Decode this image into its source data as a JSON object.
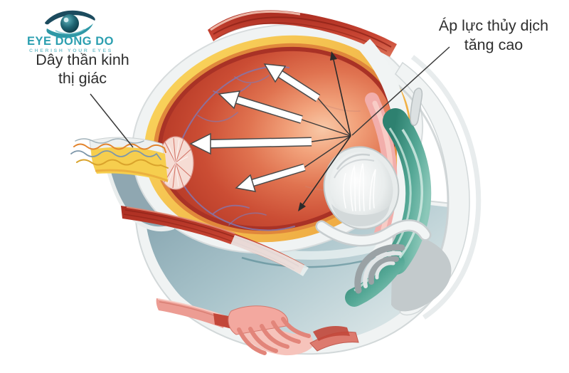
{
  "logo": {
    "icon": "eye-icon",
    "title": "EYE DONG DO",
    "tagline": "CHERISH YOUR EYES",
    "brand_color": "#2B9FB0",
    "tagline_color": "#7AC4CE"
  },
  "labels": {
    "optic_nerve": {
      "line1": "Dây thần kinh",
      "line2": "thị giác"
    },
    "pressure": {
      "line1": "Áp lực thủy dịch",
      "line2": "tăng cao"
    }
  },
  "palette": {
    "fundus_red": "#C4452F",
    "rim_dark_red": "#A93226",
    "choroid_orange": "#E0873B",
    "choroid_yellow": "#F7CB4C",
    "sclera_white": "#F0F3F3",
    "bowl_blue": "#9FB8C1",
    "ciliary_teal": "#3E9183",
    "muscle_red": "#C0392B",
    "muscle_pink": "#EC9C93",
    "vessel_purple": "#8377AE",
    "nerve_yellow": "#F6CE4E",
    "arrow_white": "#FFFFFF",
    "arrow_outline": "#4a4a4a",
    "text_color": "#2E2E2E"
  }
}
